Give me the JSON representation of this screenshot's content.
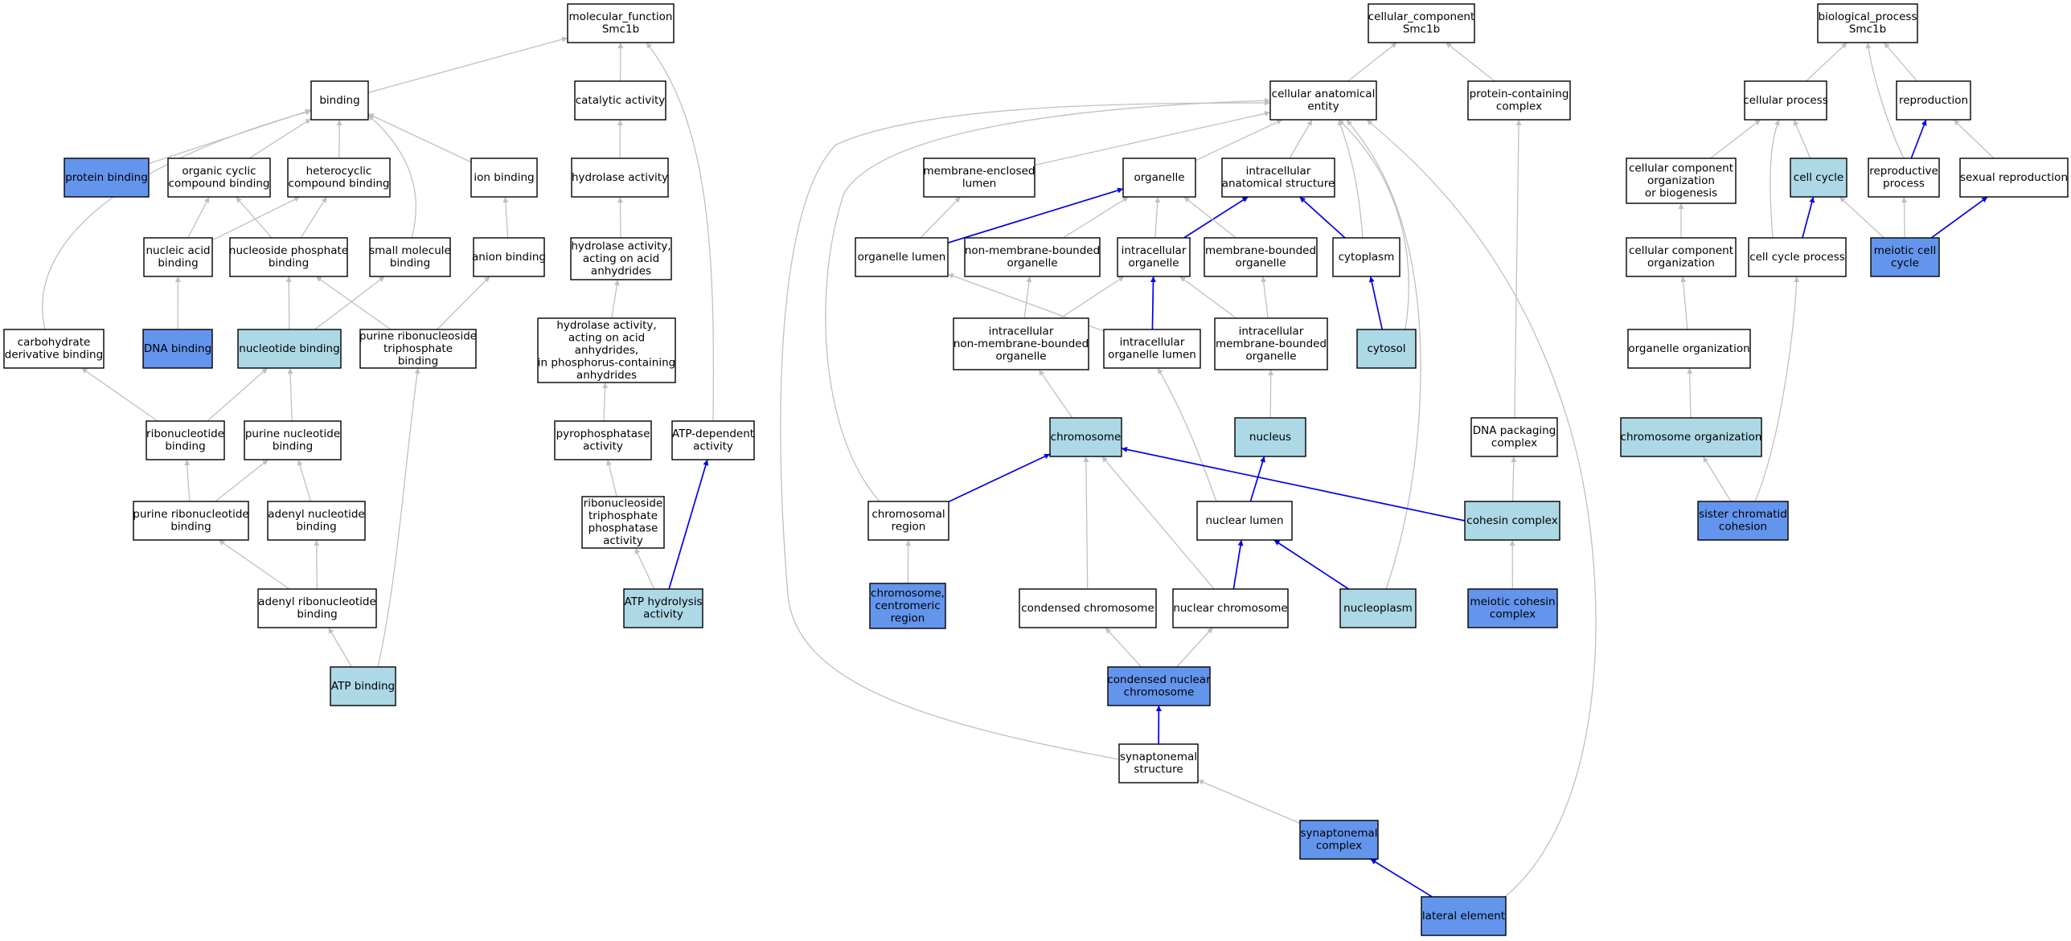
{
  "colors": {
    "plain": "#ffffff",
    "light": "#add8e6",
    "dark": "#6495ed",
    "edge_gray": "#c0c0c0",
    "edge_blue": "#0000ee"
  },
  "nodes": {
    "mf_root": {
      "lines": [
        "molecular_function",
        "Smc1b"
      ],
      "fill": "plain"
    },
    "binding": {
      "lines": [
        "binding"
      ],
      "fill": "plain"
    },
    "catalytic": {
      "lines": [
        "catalytic activity"
      ],
      "fill": "plain"
    },
    "protein_binding": {
      "lines": [
        "protein binding"
      ],
      "fill": "dark"
    },
    "org_cyclic": {
      "lines": [
        "organic cyclic",
        "compound binding"
      ],
      "fill": "plain"
    },
    "heterocyclic": {
      "lines": [
        "heterocyclic",
        "compound binding"
      ],
      "fill": "plain"
    },
    "ion_binding": {
      "lines": [
        "ion binding"
      ],
      "fill": "plain"
    },
    "hydrolase": {
      "lines": [
        "hydrolase activity"
      ],
      "fill": "plain"
    },
    "nucleic_acid": {
      "lines": [
        "nucleic acid",
        "binding"
      ],
      "fill": "plain"
    },
    "nucleoside_phos": {
      "lines": [
        "nucleoside phosphate",
        "binding"
      ],
      "fill": "plain"
    },
    "small_molecule": {
      "lines": [
        "small molecule",
        "binding"
      ],
      "fill": "plain"
    },
    "anion_binding": {
      "lines": [
        "anion binding"
      ],
      "fill": "plain"
    },
    "hydrolase_acid": {
      "lines": [
        "hydrolase activity,",
        "acting on acid",
        "anhydrides"
      ],
      "fill": "plain"
    },
    "carbohydrate": {
      "lines": [
        "carbohydrate",
        "derivative binding"
      ],
      "fill": "plain"
    },
    "dna_binding": {
      "lines": [
        "DNA binding"
      ],
      "fill": "dark"
    },
    "nucleotide_binding": {
      "lines": [
        "nucleotide binding"
      ],
      "fill": "light"
    },
    "purine_rntp": {
      "lines": [
        "purine ribonucleoside",
        "triphosphate",
        "binding"
      ],
      "fill": "plain"
    },
    "hydrolase_phos": {
      "lines": [
        "hydrolase activity,",
        "acting on acid",
        "anhydrides,",
        "in phosphorus-containing",
        "anhydrides"
      ],
      "fill": "plain"
    },
    "ribonucleotide": {
      "lines": [
        "ribonucleotide",
        "binding"
      ],
      "fill": "plain"
    },
    "purine_nucleotide": {
      "lines": [
        "purine nucleotide",
        "binding"
      ],
      "fill": "plain"
    },
    "pyrophosphatase": {
      "lines": [
        "pyrophosphatase",
        "activity"
      ],
      "fill": "plain"
    },
    "atp_dependent": {
      "lines": [
        "ATP-dependent",
        "activity"
      ],
      "fill": "plain"
    },
    "purine_ribonucleotide": {
      "lines": [
        "purine ribonucleotide",
        "binding"
      ],
      "fill": "plain"
    },
    "adenyl_nucleotide": {
      "lines": [
        "adenyl nucleotide",
        "binding"
      ],
      "fill": "plain"
    },
    "rntp_phosphatase": {
      "lines": [
        "ribonucleoside",
        "triphosphate",
        "phosphatase",
        "activity"
      ],
      "fill": "plain"
    },
    "adenyl_ribonucleotide": {
      "lines": [
        "adenyl ribonucleotide",
        "binding"
      ],
      "fill": "plain"
    },
    "atp_hydrolysis": {
      "lines": [
        "ATP hydrolysis",
        "activity"
      ],
      "fill": "light"
    },
    "atp_binding": {
      "lines": [
        "ATP binding"
      ],
      "fill": "light"
    },
    "cc_root": {
      "lines": [
        "cellular_component",
        "Smc1b"
      ],
      "fill": "plain"
    },
    "cae": {
      "lines": [
        "cellular anatomical",
        "entity"
      ],
      "fill": "plain"
    },
    "protein_complex": {
      "lines": [
        "protein-containing",
        "complex"
      ],
      "fill": "plain"
    },
    "membrane_lumen": {
      "lines": [
        "membrane-enclosed",
        "lumen"
      ],
      "fill": "plain"
    },
    "organelle": {
      "lines": [
        "organelle"
      ],
      "fill": "plain"
    },
    "ias": {
      "lines": [
        "intracellular",
        "anatomical structure"
      ],
      "fill": "plain"
    },
    "organelle_lumen": {
      "lines": [
        "organelle lumen"
      ],
      "fill": "plain"
    },
    "nmbo": {
      "lines": [
        "non-membrane-bounded",
        "organelle"
      ],
      "fill": "plain"
    },
    "intra_organelle": {
      "lines": [
        "intracellular",
        "organelle"
      ],
      "fill": "plain"
    },
    "mbo": {
      "lines": [
        "membrane-bounded",
        "organelle"
      ],
      "fill": "plain"
    },
    "cytoplasm": {
      "lines": [
        "cytoplasm"
      ],
      "fill": "plain"
    },
    "intra_nmbo": {
      "lines": [
        "intracellular",
        "non-membrane-bounded",
        "organelle"
      ],
      "fill": "plain"
    },
    "intra_org_lumen": {
      "lines": [
        "intracellular",
        "organelle lumen"
      ],
      "fill": "plain"
    },
    "intra_mbo": {
      "lines": [
        "intracellular",
        "membrane-bounded",
        "organelle"
      ],
      "fill": "plain"
    },
    "cytosol": {
      "lines": [
        "cytosol"
      ],
      "fill": "light"
    },
    "chromosome": {
      "lines": [
        "chromosome"
      ],
      "fill": "light"
    },
    "nucleus": {
      "lines": [
        "nucleus"
      ],
      "fill": "light"
    },
    "dna_packaging": {
      "lines": [
        "DNA packaging",
        "complex"
      ],
      "fill": "plain"
    },
    "chrom_region": {
      "lines": [
        "chromosomal",
        "region"
      ],
      "fill": "plain"
    },
    "nuclear_lumen": {
      "lines": [
        "nuclear lumen"
      ],
      "fill": "plain"
    },
    "cohesin": {
      "lines": [
        "cohesin complex"
      ],
      "fill": "light"
    },
    "centromeric": {
      "lines": [
        "chromosome,",
        "centromeric",
        "region"
      ],
      "fill": "dark"
    },
    "condensed_chrom": {
      "lines": [
        "condensed chromosome"
      ],
      "fill": "plain"
    },
    "nuclear_chrom": {
      "lines": [
        "nuclear chromosome"
      ],
      "fill": "plain"
    },
    "nucleoplasm": {
      "lines": [
        "nucleoplasm"
      ],
      "fill": "light"
    },
    "meiotic_cohesin": {
      "lines": [
        "meiotic cohesin",
        "complex"
      ],
      "fill": "dark"
    },
    "cond_nuc_chrom": {
      "lines": [
        "condensed nuclear",
        "chromosome"
      ],
      "fill": "dark"
    },
    "synaptonemal_struct": {
      "lines": [
        "synaptonemal",
        "structure"
      ],
      "fill": "plain"
    },
    "synaptonemal_complex": {
      "lines": [
        "synaptonemal",
        "complex"
      ],
      "fill": "dark"
    },
    "lateral_element": {
      "lines": [
        "lateral element"
      ],
      "fill": "dark"
    },
    "bp_root": {
      "lines": [
        "biological_process",
        "Smc1b"
      ],
      "fill": "plain"
    },
    "cellular_process": {
      "lines": [
        "cellular process"
      ],
      "fill": "plain"
    },
    "reproduction": {
      "lines": [
        "reproduction"
      ],
      "fill": "plain"
    },
    "ccob": {
      "lines": [
        "cellular component",
        "organization",
        "or biogenesis"
      ],
      "fill": "plain"
    },
    "cell_cycle": {
      "lines": [
        "cell cycle"
      ],
      "fill": "light"
    },
    "reproductive_process": {
      "lines": [
        "reproductive",
        "process"
      ],
      "fill": "plain"
    },
    "sexual_reproduction": {
      "lines": [
        "sexual reproduction"
      ],
      "fill": "plain"
    },
    "cco": {
      "lines": [
        "cellular component",
        "organization"
      ],
      "fill": "plain"
    },
    "cell_cycle_process": {
      "lines": [
        "cell cycle process"
      ],
      "fill": "plain"
    },
    "meiotic_cell_cycle": {
      "lines": [
        "meiotic cell",
        "cycle"
      ],
      "fill": "dark"
    },
    "organelle_org": {
      "lines": [
        "organelle organization"
      ],
      "fill": "plain"
    },
    "chrom_org": {
      "lines": [
        "chromosome organization"
      ],
      "fill": "light"
    },
    "sister_chromatid": {
      "lines": [
        "sister chromatid",
        "cohesion"
      ],
      "fill": "dark"
    }
  },
  "edges": [
    {
      "from": "binding",
      "to": "mf_root",
      "color": "gray"
    },
    {
      "from": "catalytic",
      "to": "mf_root",
      "color": "gray"
    },
    {
      "from": "atp_dependent",
      "to": "mf_root",
      "color": "gray"
    },
    {
      "from": "protein_binding",
      "to": "binding",
      "color": "gray"
    },
    {
      "from": "org_cyclic",
      "to": "binding",
      "color": "gray"
    },
    {
      "from": "heterocyclic",
      "to": "binding",
      "color": "gray"
    },
    {
      "from": "ion_binding",
      "to": "binding",
      "color": "gray"
    },
    {
      "from": "small_molecule",
      "to": "binding",
      "color": "gray"
    },
    {
      "from": "carbohydrate",
      "to": "binding",
      "color": "gray"
    },
    {
      "from": "hydrolase",
      "to": "catalytic",
      "color": "gray"
    },
    {
      "from": "nucleic_acid",
      "to": "org_cyclic",
      "color": "gray"
    },
    {
      "from": "nucleic_acid",
      "to": "heterocyclic",
      "color": "gray"
    },
    {
      "from": "nucleoside_phos",
      "to": "org_cyclic",
      "color": "gray"
    },
    {
      "from": "nucleoside_phos",
      "to": "heterocyclic",
      "color": "gray"
    },
    {
      "from": "anion_binding",
      "to": "ion_binding",
      "color": "gray"
    },
    {
      "from": "hydrolase_acid",
      "to": "hydrolase",
      "color": "gray"
    },
    {
      "from": "dna_binding",
      "to": "nucleic_acid",
      "color": "gray"
    },
    {
      "from": "nucleotide_binding",
      "to": "nucleoside_phos",
      "color": "gray"
    },
    {
      "from": "nucleotide_binding",
      "to": "small_molecule",
      "color": "gray"
    },
    {
      "from": "purine_rntp",
      "to": "nucleoside_phos",
      "color": "gray"
    },
    {
      "from": "purine_rntp",
      "to": "anion_binding",
      "color": "gray"
    },
    {
      "from": "hydrolase_phos",
      "to": "hydrolase_acid",
      "color": "gray"
    },
    {
      "from": "ribonucleotide",
      "to": "carbohydrate",
      "color": "gray"
    },
    {
      "from": "ribonucleotide",
      "to": "nucleotide_binding",
      "color": "gray"
    },
    {
      "from": "purine_nucleotide",
      "to": "nucleotide_binding",
      "color": "gray"
    },
    {
      "from": "pyrophosphatase",
      "to": "hydrolase_phos",
      "color": "gray"
    },
    {
      "from": "purine_ribonucleotide",
      "to": "ribonucleotide",
      "color": "gray"
    },
    {
      "from": "purine_ribonucleotide",
      "to": "purine_nucleotide",
      "color": "gray"
    },
    {
      "from": "adenyl_nucleotide",
      "to": "purine_nucleotide",
      "color": "gray"
    },
    {
      "from": "rntp_phosphatase",
      "to": "pyrophosphatase",
      "color": "gray"
    },
    {
      "from": "adenyl_ribonucleotide",
      "to": "purine_ribonucleotide",
      "color": "gray"
    },
    {
      "from": "adenyl_ribonucleotide",
      "to": "adenyl_nucleotide",
      "color": "gray"
    },
    {
      "from": "atp_hydrolysis",
      "to": "rntp_phosphatase",
      "color": "gray"
    },
    {
      "from": "atp_hydrolysis",
      "to": "atp_dependent",
      "color": "blue"
    },
    {
      "from": "atp_binding",
      "to": "adenyl_ribonucleotide",
      "color": "gray"
    },
    {
      "from": "atp_binding",
      "to": "purine_rntp",
      "color": "gray"
    },
    {
      "from": "cae",
      "to": "cc_root",
      "color": "gray"
    },
    {
      "from": "protein_complex",
      "to": "cc_root",
      "color": "gray"
    },
    {
      "from": "membrane_lumen",
      "to": "cae",
      "color": "gray"
    },
    {
      "from": "organelle",
      "to": "cae",
      "color": "gray"
    },
    {
      "from": "ias",
      "to": "cae",
      "color": "gray"
    },
    {
      "from": "cytoplasm",
      "to": "cae",
      "color": "gray"
    },
    {
      "from": "cytosol",
      "to": "cae",
      "color": "gray"
    },
    {
      "from": "nucleoplasm",
      "to": "cae",
      "color": "gray"
    },
    {
      "from": "lateral_element",
      "to": "cae",
      "color": "gray"
    },
    {
      "from": "synaptonemal_struct",
      "to": "cae",
      "color": "gray"
    },
    {
      "from": "chrom_region",
      "to": "cae",
      "color": "gray"
    },
    {
      "from": "organelle_lumen",
      "to": "membrane_lumen",
      "color": "gray"
    },
    {
      "from": "organelle_lumen",
      "to": "organelle",
      "color": "blue"
    },
    {
      "from": "nmbo",
      "to": "organelle",
      "color": "gray"
    },
    {
      "from": "intra_organelle",
      "to": "organelle",
      "color": "gray"
    },
    {
      "from": "intra_organelle",
      "to": "ias",
      "color": "blue"
    },
    {
      "from": "mbo",
      "to": "organelle",
      "color": "gray"
    },
    {
      "from": "cytoplasm",
      "to": "ias",
      "color": "blue"
    },
    {
      "from": "cytosol",
      "to": "cytoplasm",
      "color": "blue"
    },
    {
      "from": "intra_nmbo",
      "to": "nmbo",
      "color": "gray"
    },
    {
      "from": "intra_nmbo",
      "to": "intra_organelle",
      "color": "gray"
    },
    {
      "from": "intra_org_lumen",
      "to": "organelle_lumen",
      "color": "gray"
    },
    {
      "from": "intra_org_lumen",
      "to": "intra_organelle",
      "color": "blue"
    },
    {
      "from": "intra_mbo",
      "to": "mbo",
      "color": "gray"
    },
    {
      "from": "intra_mbo",
      "to": "intra_organelle",
      "color": "gray"
    },
    {
      "from": "chromosome",
      "to": "intra_nmbo",
      "color": "gray"
    },
    {
      "from": "nucleus",
      "to": "intra_mbo",
      "color": "gray"
    },
    {
      "from": "dna_packaging",
      "to": "protein_complex",
      "color": "gray"
    },
    {
      "from": "chrom_region",
      "to": "chromosome",
      "color": "blue"
    },
    {
      "from": "nuclear_lumen",
      "to": "intra_org_lumen",
      "color": "gray"
    },
    {
      "from": "nuclear_lumen",
      "to": "nucleus",
      "color": "blue"
    },
    {
      "from": "cohesin",
      "to": "chromosome",
      "color": "blue"
    },
    {
      "from": "cohesin",
      "to": "dna_packaging",
      "color": "gray"
    },
    {
      "from": "centromeric",
      "to": "chrom_region",
      "color": "gray"
    },
    {
      "from": "condensed_chrom",
      "to": "chromosome",
      "color": "gray"
    },
    {
      "from": "nuclear_chrom",
      "to": "chromosome",
      "color": "gray"
    },
    {
      "from": "nuclear_chrom",
      "to": "nuclear_lumen",
      "color": "blue"
    },
    {
      "from": "nucleoplasm",
      "to": "nuclear_lumen",
      "color": "blue"
    },
    {
      "from": "meiotic_cohesin",
      "to": "cohesin",
      "color": "gray"
    },
    {
      "from": "cond_nuc_chrom",
      "to": "condensed_chrom",
      "color": "gray"
    },
    {
      "from": "cond_nuc_chrom",
      "to": "nuclear_chrom",
      "color": "gray"
    },
    {
      "from": "synaptonemal_struct",
      "to": "cond_nuc_chrom",
      "color": "blue"
    },
    {
      "from": "synaptonemal_complex",
      "to": "synaptonemal_struct",
      "color": "gray"
    },
    {
      "from": "lateral_element",
      "to": "synaptonemal_complex",
      "color": "blue"
    },
    {
      "from": "cellular_process",
      "to": "bp_root",
      "color": "gray"
    },
    {
      "from": "reproduction",
      "to": "bp_root",
      "color": "gray"
    },
    {
      "from": "reproductive_process",
      "to": "bp_root",
      "color": "gray"
    },
    {
      "from": "ccob",
      "to": "cellular_process",
      "color": "gray"
    },
    {
      "from": "cell_cycle",
      "to": "cellular_process",
      "color": "gray"
    },
    {
      "from": "cell_cycle_process",
      "to": "cellular_process",
      "color": "gray"
    },
    {
      "from": "reproductive_process",
      "to": "reproduction",
      "color": "blue"
    },
    {
      "from": "sexual_reproduction",
      "to": "reproduction",
      "color": "gray"
    },
    {
      "from": "cco",
      "to": "ccob",
      "color": "gray"
    },
    {
      "from": "cell_cycle_process",
      "to": "cell_cycle",
      "color": "blue"
    },
    {
      "from": "meiotic_cell_cycle",
      "to": "cell_cycle",
      "color": "gray"
    },
    {
      "from": "meiotic_cell_cycle",
      "to": "reproductive_process",
      "color": "gray"
    },
    {
      "from": "meiotic_cell_cycle",
      "to": "sexual_reproduction",
      "color": "blue"
    },
    {
      "from": "organelle_org",
      "to": "cco",
      "color": "gray"
    },
    {
      "from": "chrom_org",
      "to": "organelle_org",
      "color": "gray"
    },
    {
      "from": "sister_chromatid",
      "to": "chrom_org",
      "color": "gray"
    },
    {
      "from": "sister_chromatid",
      "to": "cell_cycle_process",
      "color": "gray"
    }
  ]
}
